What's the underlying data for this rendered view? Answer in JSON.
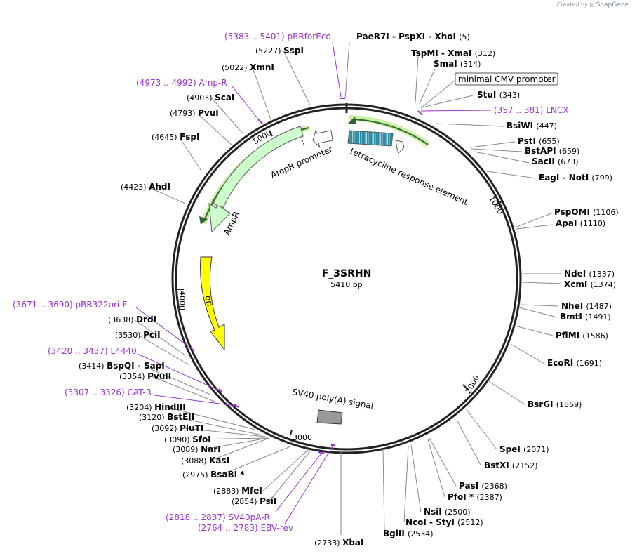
{
  "watermark": {
    "created_by": "Created by",
    "brand": "SnapGene"
  },
  "plasmid": {
    "name": "F_3SRHN",
    "length_label": "5410 bp"
  },
  "ticks": [
    {
      "label": "1000"
    },
    {
      "label": "2000"
    },
    {
      "label": "3000"
    },
    {
      "label": "4000"
    },
    {
      "label": "5000"
    }
  ],
  "features": [
    {
      "name": "tetracycline response element",
      "color": "#3399aa"
    },
    {
      "name": "AmpR promoter",
      "color": "#ffffff"
    },
    {
      "name": "AmpR",
      "color": "#ccffcc"
    },
    {
      "name": "ori",
      "color": "#ffff00"
    },
    {
      "name": "SV40 poly(A) signal",
      "color": "#999999"
    },
    {
      "name": "minimal CMV promoter",
      "color": "#ffffff"
    }
  ],
  "primers": [
    {
      "range": "(5383 .. 5401)",
      "name": "pBRforEco"
    },
    {
      "range": "(4973 .. 4992)",
      "name": "Amp-R"
    },
    {
      "range": "(357 .. 381)",
      "name": "LNCX"
    },
    {
      "range": "(3671 .. 3690)",
      "name": "pBR322ori-F"
    },
    {
      "range": "(3420 .. 3437)",
      "name": "L4440"
    },
    {
      "range": "(3307 .. 3326)",
      "name": "CAT-R"
    },
    {
      "range": "(2818 .. 2837)",
      "name": "SV40pA-R"
    },
    {
      "range": "(2764 .. 2783)",
      "name": "EBV-rev"
    }
  ],
  "enzymes": [
    {
      "name": "PaeR7I - PspXI - XhoI",
      "pos": "(5)"
    },
    {
      "name": "TspMI - XmaI",
      "pos": "(312)"
    },
    {
      "name": "SmaI",
      "pos": "(314)"
    },
    {
      "name": "StuI",
      "pos": "(343)"
    },
    {
      "name": "BsiWI",
      "pos": "(447)"
    },
    {
      "name": "PstI",
      "pos": "(655)"
    },
    {
      "name": "BstAPI",
      "pos": "(659)"
    },
    {
      "name": "SacII",
      "pos": "(673)"
    },
    {
      "name": "EagI - NotI",
      "pos": "(799)"
    },
    {
      "name": "PspOMI",
      "pos": "(1106)"
    },
    {
      "name": "ApaI",
      "pos": "(1110)"
    },
    {
      "name": "NdeI",
      "pos": "(1337)"
    },
    {
      "name": "XcmI",
      "pos": "(1374)"
    },
    {
      "name": "NheI",
      "pos": "(1487)"
    },
    {
      "name": "BmtI",
      "pos": "(1491)"
    },
    {
      "name": "PflMI",
      "pos": "(1586)"
    },
    {
      "name": "EcoRI",
      "pos": "(1691)"
    },
    {
      "name": "BsrGI",
      "pos": "(1869)"
    },
    {
      "name": "SpeI",
      "pos": "(2071)"
    },
    {
      "name": "BstXI",
      "pos": "(2152)"
    },
    {
      "name": "PasI",
      "pos": "(2368)"
    },
    {
      "name": "PfoI *",
      "pos": "(2387)"
    },
    {
      "name": "NsiI",
      "pos": "(2500)"
    },
    {
      "name": "NcoI - StyI",
      "pos": "(2512)"
    },
    {
      "name": "BglII",
      "pos": "(2534)"
    },
    {
      "name": "XbaI",
      "pos": "(2733)"
    },
    {
      "name": "PsiI",
      "pos": "(2854)"
    },
    {
      "name": "MfeI",
      "pos": "(2883)"
    },
    {
      "name": "BsaBI *",
      "pos": "(2975)"
    },
    {
      "name": "KasI",
      "pos": "(3088)"
    },
    {
      "name": "NarI",
      "pos": "(3089)"
    },
    {
      "name": "SfoI",
      "pos": "(3090)"
    },
    {
      "name": "PluTI",
      "pos": "(3092)"
    },
    {
      "name": "BstEII",
      "pos": "(3120)"
    },
    {
      "name": "HindIII",
      "pos": "(3204)"
    },
    {
      "name": "PvuII",
      "pos": "(3354)"
    },
    {
      "name": "BspQI - SapI",
      "pos": "(3414)"
    },
    {
      "name": "PciI",
      "pos": "(3530)"
    },
    {
      "name": "DrdI",
      "pos": "(3638)"
    },
    {
      "name": "AhdI",
      "pos": "(4423)"
    },
    {
      "name": "FspI",
      "pos": "(4645)"
    },
    {
      "name": "PvuI",
      "pos": "(4793)"
    },
    {
      "name": "ScaI",
      "pos": "(4903)"
    },
    {
      "name": "XmnI",
      "pos": "(5022)"
    },
    {
      "name": "SspI",
      "pos": "(5227)"
    }
  ]
}
